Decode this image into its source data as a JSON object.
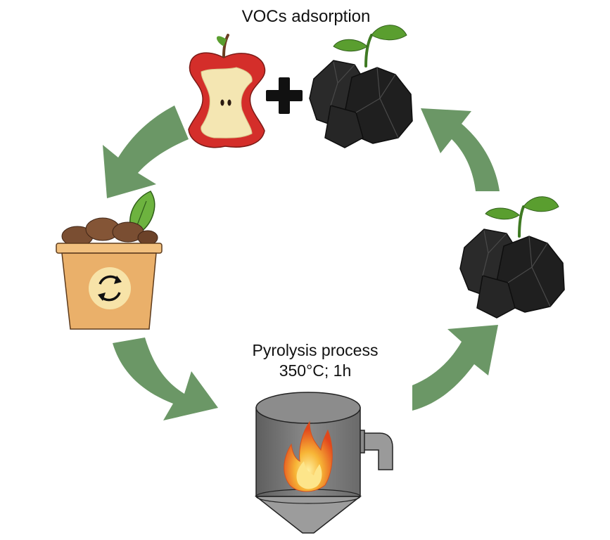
{
  "labels": {
    "vocs": "VOCs adsorption",
    "pyrolysis_title": "Pyrolysis process",
    "pyrolysis_conditions": "350°C; 1h"
  },
  "colors": {
    "arrow": "#6b9766",
    "apple_red": "#d42e2a",
    "apple_flesh": "#f4e6b2",
    "biochar": "#222222",
    "leaf": "#5a9e2f",
    "bin": "#eab06a",
    "soil": "#7a4e32",
    "reactor": "#7a7a7a",
    "flame": "#f3a12a"
  },
  "icons": [
    "apple-core-icon",
    "plus-icon",
    "biochar-sprout-icon",
    "compost-bin-icon",
    "recycle-icon",
    "pyrolysis-reactor-icon",
    "flame-icon"
  ]
}
